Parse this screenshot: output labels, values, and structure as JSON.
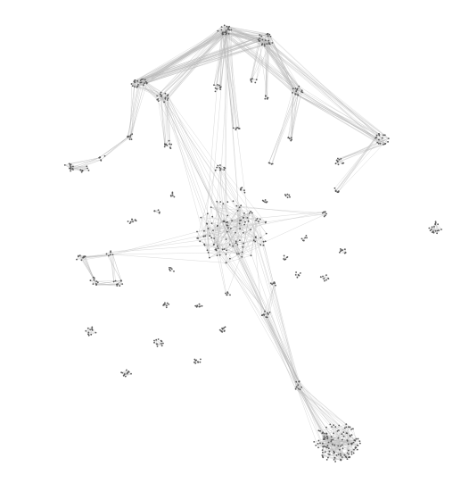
{
  "diagram": {
    "type": "network-graph",
    "background": "#ffffff",
    "edge_color": "#b8b8b8",
    "node_color": "#5a5a5a",
    "labels": "illegible",
    "clusters": [
      "top-hub-left",
      "top-hub-right",
      "upper-left-hub",
      "upper-mid-hub",
      "right-hub",
      "left-chain",
      "central-dense-cluster",
      "left-mid-cluster",
      "bottom-dense-cluster",
      "isolated-right",
      "scattered-isolates"
    ]
  }
}
